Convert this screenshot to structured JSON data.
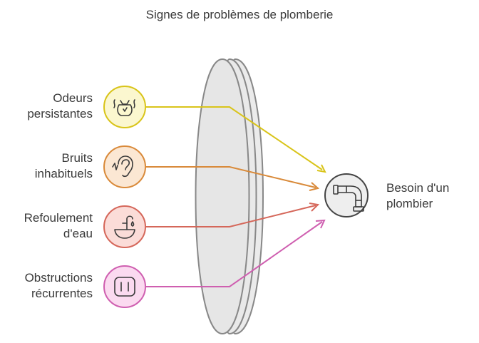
{
  "title": "Signes de problèmes de plomberie",
  "inputs": [
    {
      "label": "Odeurs\npersistantes",
      "icon": "odor-bag-icon",
      "color": "#d9c41a",
      "fill": "#fbf7cf"
    },
    {
      "label": "Bruits\ninhabituels",
      "icon": "ear-icon",
      "color": "#d98a3a",
      "fill": "#fbe7d3"
    },
    {
      "label": "Refoulement\nd'eau",
      "icon": "sink-faucet-icon",
      "color": "#d5675a",
      "fill": "#fbdcd8"
    },
    {
      "label": "Obstructions\nrécurrentes",
      "icon": "drain-plug-icon",
      "color": "#cf5fb0",
      "fill": "#fbdaf0"
    }
  ],
  "output": {
    "label": "Besoin d'un\nplombier",
    "icon": "pipe-icon",
    "color": "#444444",
    "fill": "#eeeeee"
  },
  "lens": {
    "color": "#888888",
    "fill": "#e8e8e8"
  }
}
